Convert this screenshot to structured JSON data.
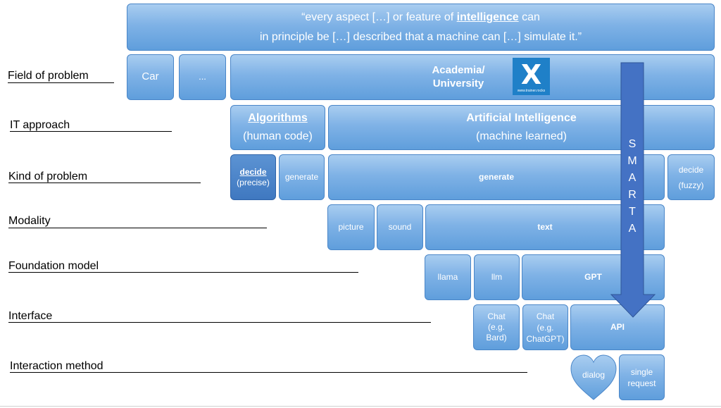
{
  "quote": {
    "line1_pre": "“every aspect […] or feature of ",
    "line1_bold": "intelligence",
    "line1_post": " can",
    "line2": "in principle be […] described that a machine can […] simulate it.”"
  },
  "labels": {
    "field": "Field of problem",
    "it_approach": "IT approach",
    "kind": "Kind of problem",
    "modality": "Modality",
    "foundation": "Foundation model",
    "interface": "Interface",
    "interaction": "Interaction method"
  },
  "field_row": {
    "car": "Car",
    "more": "...",
    "academia_line1": "Academia/",
    "academia_line2": "University"
  },
  "logo": {
    "mark": "X",
    "url": "www.trainer.rocks"
  },
  "it_row": {
    "algorithms": "Algorithms",
    "algorithms_sub": "(human code)",
    "ai": "Artificial Intelligence",
    "ai_sub": "(machine learned)"
  },
  "kind_row": {
    "decide": "decide",
    "decide_sub": "(precise)",
    "generate_small": "generate",
    "generate_big": "generate",
    "decide_fuzzy": "decide",
    "decide_fuzzy_sub": "(fuzzy)"
  },
  "modality_row": {
    "picture": "picture",
    "sound": "sound",
    "text": "text"
  },
  "foundation_row": {
    "llama": "llama",
    "llm": "llm",
    "gpt": "GPT"
  },
  "interface_row": {
    "chat1_l1": "Chat",
    "chat1_l2": "(e.g.",
    "chat1_l3": "Bard)",
    "chat2_l1": "Chat",
    "chat2_l2": "(e.g.",
    "chat2_l3": "ChatGPT)",
    "api": "API"
  },
  "interaction_row": {
    "dialog": "dialog",
    "single_l1": "single",
    "single_l2": "request"
  },
  "smarta": [
    "S",
    "M",
    "A",
    "R",
    "T",
    "A"
  ],
  "colors": {
    "box": "#7fb2e6",
    "box_dark": "#3f78c0",
    "arrow": "#4472c4",
    "logo": "#1f80c8"
  }
}
